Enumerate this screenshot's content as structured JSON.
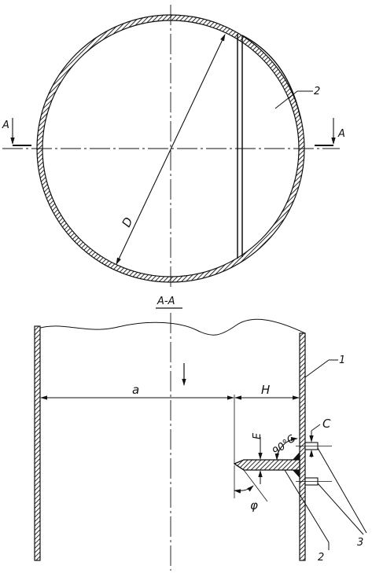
{
  "colors": {
    "ink": "#111111",
    "paper": "#ffffff"
  },
  "top_view": {
    "label_diameter": "D",
    "label_part": "2",
    "section_mark_left": "A",
    "section_mark_right": "A"
  },
  "section_view": {
    "title": "A-A",
    "label_a": "a",
    "label_H": "H",
    "label_angle": "90°C",
    "label_C": "C",
    "label_E": "E",
    "label_phi": "φ",
    "label_part1": "1",
    "label_part2": "2",
    "label_part3": "3"
  }
}
